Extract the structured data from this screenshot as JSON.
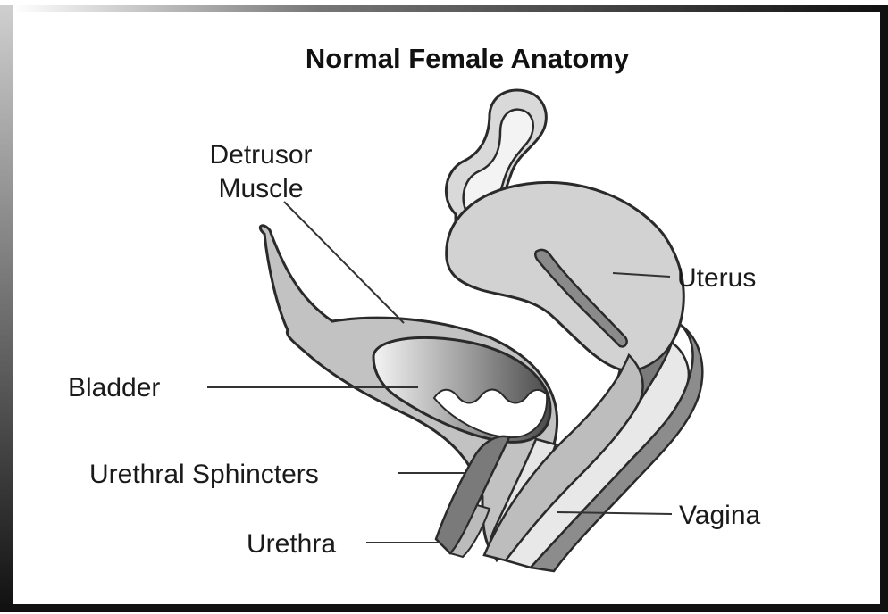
{
  "title": "Normal Female Anatomy",
  "labels": {
    "detrusor_line1": "Detrusor",
    "detrusor_line2": "Muscle",
    "uterus": "Uterus",
    "bladder": "Bladder",
    "urethral_sphincters": "Urethral Sphincters",
    "urethra": "Urethra",
    "vagina": "Vagina"
  },
  "colors": {
    "outline": "#2a2a2a",
    "tissue_light": "#d6d6d6",
    "tissue_mid": "#b8b8b8",
    "tissue_dark": "#6e6e6e",
    "bladder_fill_light": "#f2f2f2",
    "bladder_fill_dark": "#5a5a5a"
  }
}
